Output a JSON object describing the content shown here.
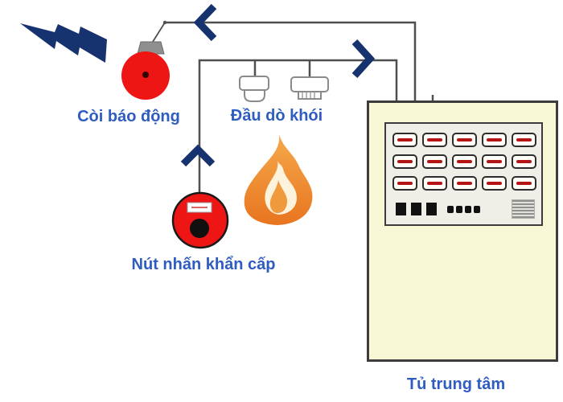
{
  "diagram": {
    "type": "fire-alarm-system-diagram",
    "nodes": {
      "siren": {
        "label": "Còi báo động"
      },
      "smoke_detectors": {
        "label": "Đầu dò khói",
        "count": 2
      },
      "emergency_button": {
        "label": "Nút nhấn khẩn cấp"
      },
      "control_panel": {
        "label": "Tủ trung tâm"
      }
    },
    "icons": [
      "lightning-bolt-icon",
      "alarm-bell-icon",
      "smoke-detector-icon",
      "flame-icon",
      "emergency-button-icon",
      "chevron-left-icon",
      "chevron-right-icon",
      "chevron-up-icon"
    ],
    "panel": {
      "lamp_rows": 3,
      "lamp_cols": 5,
      "square_buttons": 3,
      "small_dots": 4
    },
    "colors": {
      "wire": "#4f4f4f",
      "arrow_navy": "#16326f",
      "device_red": "#ee1515",
      "label_blue": "#2e5cc0",
      "cabinet_fill": "#f9f8d6",
      "panel_fill": "#efefe8",
      "lamp_red": "#b51414",
      "flame_outer": "#e8751f",
      "flame_mid": "#f6a94c",
      "flame_inner": "#fdf3dd"
    }
  }
}
